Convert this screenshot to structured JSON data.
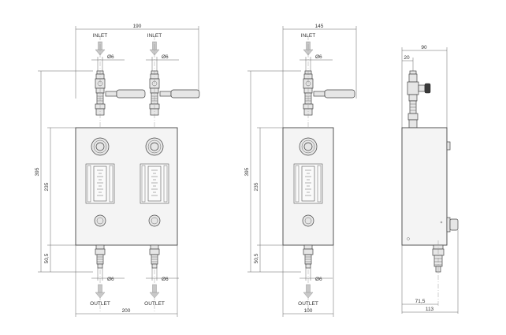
{
  "labels": {
    "inlet": "INLET",
    "outlet": "OUTLET",
    "pipe_dia": "Ø6"
  },
  "dimensions": {
    "front_top_width": "190",
    "front_bottom_width": "200",
    "front_total_height": "395",
    "front_body_height": "235",
    "front_lower_height": "50,5",
    "single_top_width": "145",
    "single_bottom_width": "100",
    "single_total_height": "395",
    "single_body_height": "235",
    "single_lower_height": "50,5",
    "side_top_width": "90",
    "side_offset": "20",
    "side_bottom_inner": "71,5",
    "side_bottom_width": "113"
  }
}
